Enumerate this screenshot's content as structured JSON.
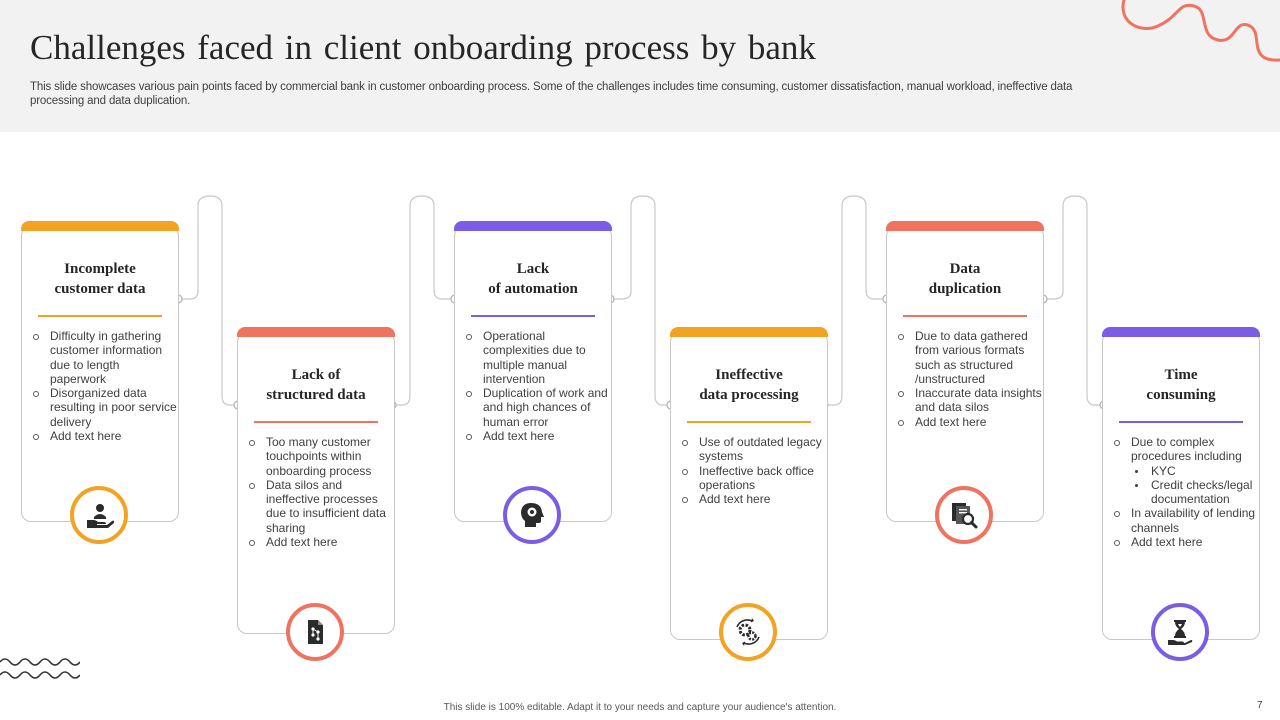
{
  "slide": {
    "title": "Challenges faced in client onboarding process by bank",
    "subtitle": "This slide showcases various pain points faced by commercial bank in customer onboarding process. Some of the challenges includes time consuming, customer dissatisfaction, manual workload, ineffective data processing and data duplication.",
    "footer": "This slide is 100% editable. Adapt it to your needs and capture your audience's attention.",
    "page_number": "7"
  },
  "colors": {
    "orange": "#f2a324",
    "coral": "#ee7461",
    "purple": "#7b5ce5",
    "icon_fill": "#2b2b2b"
  },
  "cards": [
    {
      "title_line1": "Incomplete",
      "title_line2": "customer data",
      "accent": "orange",
      "icon": "hand-user-icon",
      "points": [
        "Difficulty in gathering customer information due to length paperwork",
        "Disorganized data resulting in poor service delivery",
        "Add text here"
      ]
    },
    {
      "title_line1": "Lack of",
      "title_line2": "structured  data",
      "accent": "coral",
      "icon": "data-document-icon",
      "points": [
        "Too many customer touchpoints within onboarding process",
        "Data silos and ineffective processes due to insufficient data sharing",
        "Add text here"
      ]
    },
    {
      "title_line1": "Lack",
      "title_line2": "of automation",
      "accent": "purple",
      "icon": "head-gear-icon",
      "points": [
        "Operational complexities due to multiple manual intervention",
        "Duplication of work and and high chances of human error",
        "Add text here"
      ]
    },
    {
      "title_line1": "Ineffective",
      "title_line2": "data processing",
      "accent": "orange",
      "icon": "gears-cycle-icon",
      "points": [
        "Use of outdated legacy systems",
        "Ineffective back office operations",
        "Add text here"
      ]
    },
    {
      "title_line1": "Data",
      "title_line2": "duplication",
      "accent": "coral",
      "icon": "documents-search-icon",
      "points": [
        "Due to data gathered from various formats such as structured /unstructured",
        "Inaccurate data insights and data silos",
        "Add text here"
      ]
    },
    {
      "title_line1": "Time",
      "title_line2": "consuming",
      "accent": "purple",
      "icon": "hourglass-hand-icon",
      "points": [
        "Due to complex procedures including",
        "KYC",
        "Credit checks/legal documentation",
        "In availability of lending channels",
        "Add text here"
      ]
    }
  ]
}
